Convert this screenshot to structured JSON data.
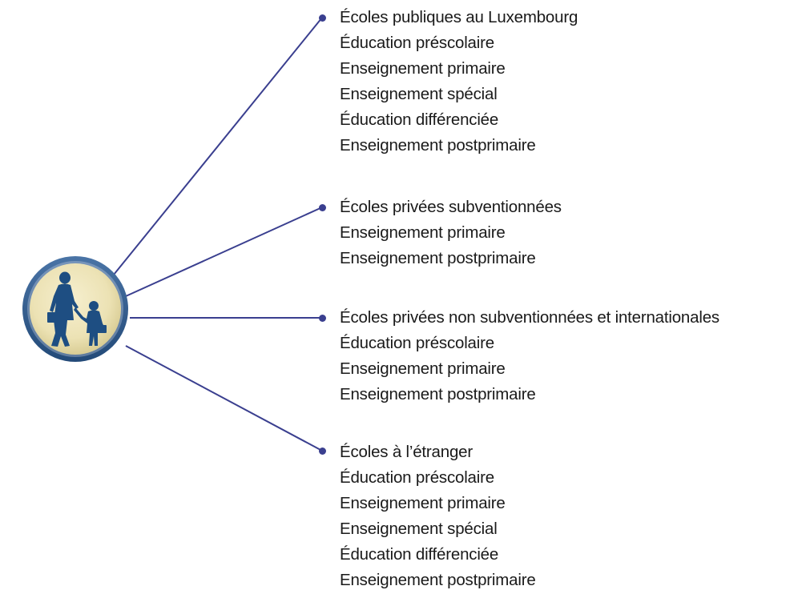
{
  "colors": {
    "line": "#3a3f8f",
    "text": "#1a1a1a",
    "hub_ring": "#2f5686",
    "hub_fill": "#ece2b4",
    "figure": "#1e4e82"
  },
  "hub": {
    "icon": "pedestrians-school-icon"
  },
  "groups": [
    {
      "title": "Écoles publiques au Luxembourg",
      "items": [
        "Éducation préscolaire",
        "Enseignement primaire",
        "Enseignement spécial",
        "Éducation différenciée",
        "Enseignement postprimaire"
      ]
    },
    {
      "title": "Écoles privées subventionnées",
      "items": [
        "Enseignement primaire",
        "Enseignement postprimaire"
      ]
    },
    {
      "title": "Écoles privées non subventionnées et internationales",
      "items": [
        "Éducation préscolaire",
        "Enseignement primaire",
        "Enseignement postprimaire"
      ]
    },
    {
      "title": "Écoles à l’étranger",
      "items": [
        "Éducation préscolaire",
        "Enseignement primaire",
        "Enseignement spécial",
        "Éducation différenciée",
        "Enseignement postprimaire"
      ]
    }
  ]
}
